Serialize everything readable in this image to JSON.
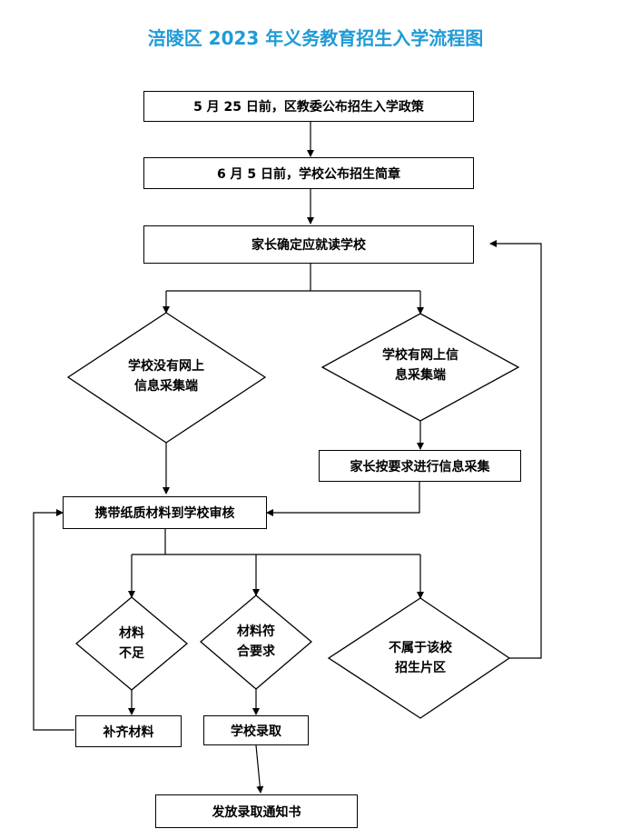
{
  "title": "涪陵区 2023 年义务教育招生入学流程图",
  "steps": {
    "policy": "5 月 25 日前，区教委公布招生入学政策",
    "brochure": "6 月 5 日前，学校公布招生简章",
    "choose": "家长确定应就读学校",
    "collect": "家长按要求进行信息采集",
    "review": "携带纸质材料到学校审核",
    "supplement": "补齐材料",
    "admit": "学校录取",
    "notice": "发放录取通知书"
  },
  "decisions": {
    "no_online": [
      "学校没有网上",
      "信息采集端"
    ],
    "online": [
      "学校有网上信",
      "息采集端"
    ],
    "insufficient": [
      "材料",
      "不足"
    ],
    "qualified": [
      "材料符",
      "合要求"
    ],
    "out_of_zone": [
      "不属于该校",
      "招生片区"
    ]
  }
}
